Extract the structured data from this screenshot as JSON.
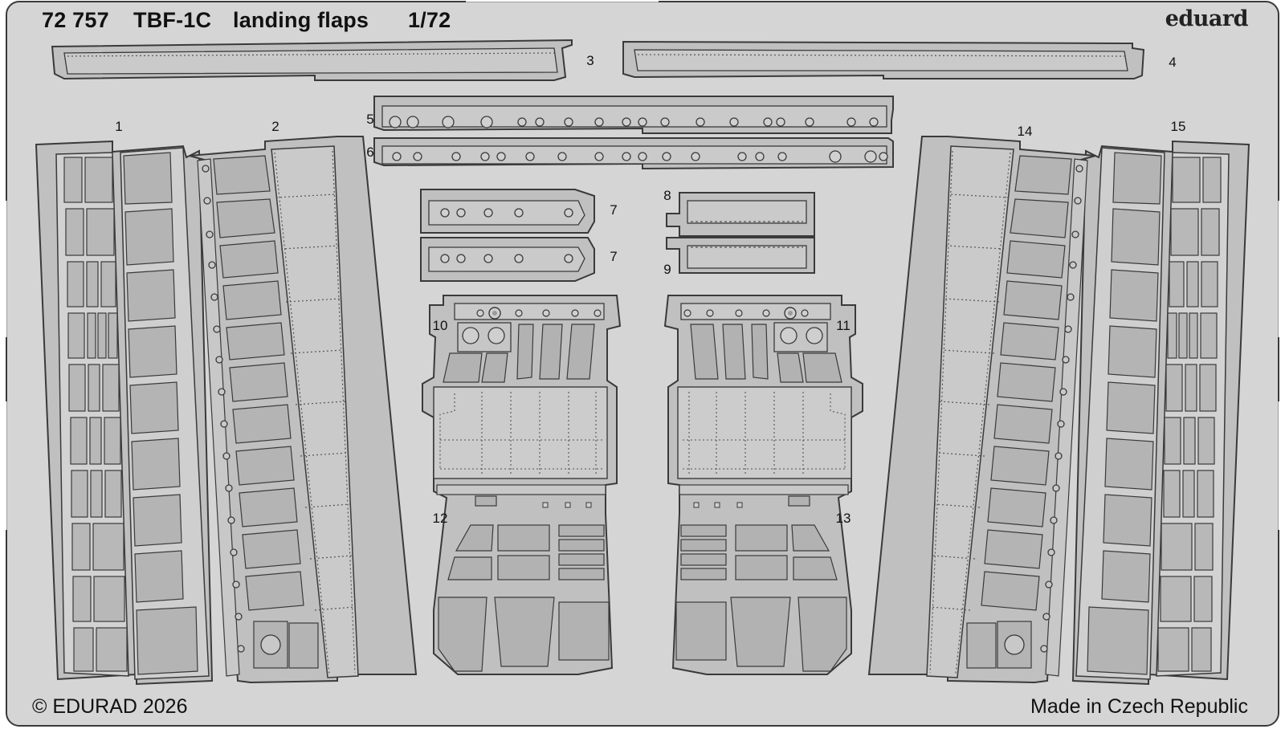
{
  "header": {
    "catalog_number": "72 757",
    "product_name": "TBF-1C",
    "description": "landing flaps",
    "scale": "1/72"
  },
  "brand": {
    "logo_text": "eduard"
  },
  "footer": {
    "copyright": "© EDURAD 2026",
    "origin": "Made in Czech Republic"
  },
  "colors": {
    "background": "#ffffff",
    "fret": "#d5d5d5",
    "part_fill": "#c0c0c0",
    "outline": "#3a3a3a"
  },
  "part_numbers": [
    "1",
    "2",
    "3",
    "4",
    "5",
    "6",
    "7",
    "7",
    "8",
    "9",
    "10",
    "11",
    "12",
    "13",
    "14",
    "15"
  ]
}
